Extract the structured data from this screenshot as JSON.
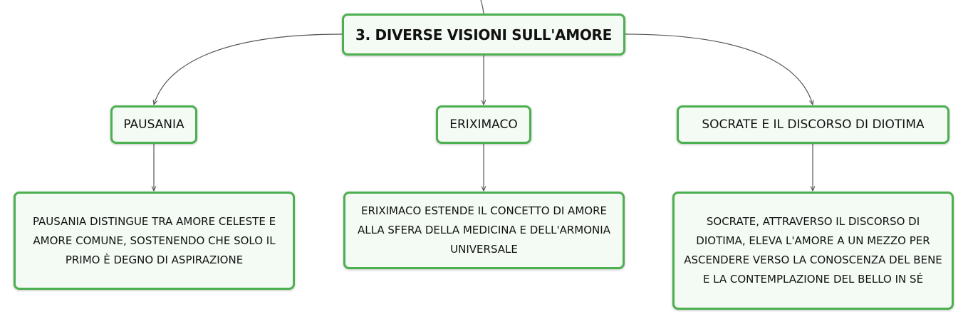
{
  "colors": {
    "node_border": "#4caf50",
    "node_fill": "#f4fbf4",
    "connector": "#555555"
  },
  "root": {
    "label": "3. DIVERSE VISIONI SULL'AMORE"
  },
  "branches": [
    {
      "label": "PAUSANIA",
      "description": "PAUSANIA DISTINGUE TRA AMORE CELESTE E AMORE COMUNE, SOSTENENDO CHE SOLO IL PRIMO È DEGNO DI ASPIRAZIONE"
    },
    {
      "label": "ERIXIMACO",
      "description": "ERIXIMACO ESTENDE IL CONCETTO DI AMORE ALLA SFERA DELLA MEDICINA E DELL'ARMONIA UNIVERSALE"
    },
    {
      "label": "SOCRATE E IL DISCORSO DI DIOTIMA",
      "description": "SOCRATE, ATTRAVERSO IL DISCORSO DI DIOTIMA, ELEVA L'AMORE A UN MEZZO PER ASCENDERE VERSO LA CONOSCENZA DEL BENE E LA CONTEMPLAZIONE DEL BELLO IN SÉ"
    }
  ]
}
